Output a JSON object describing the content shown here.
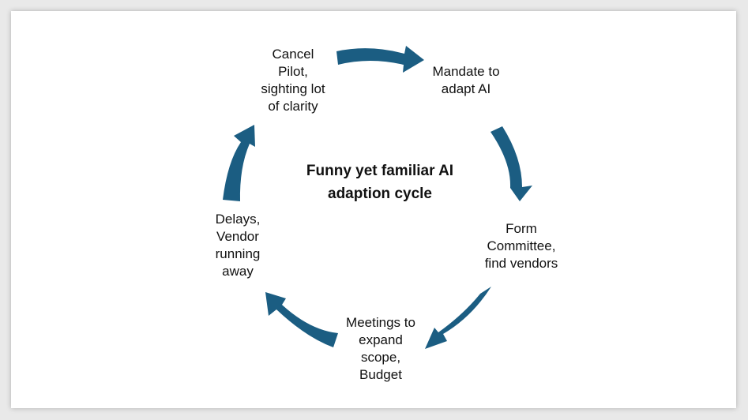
{
  "title": "Funny yet familiar AI\nadaption cycle",
  "steps": [
    {
      "label": "Mandate to\nadapt AI"
    },
    {
      "label": "Form\nCommittee,\nfind vendors"
    },
    {
      "label": "Meetings  to\nexpand\nscope,\nBudget"
    },
    {
      "label": "Delays,\nVendor\nrunning\naway"
    },
    {
      "label": "Cancel\nPilot,\nsighting lot\nof clarity"
    }
  ],
  "colors": {
    "arrow": "#1b5d82",
    "background": "#ffffff",
    "text": "#111111"
  }
}
